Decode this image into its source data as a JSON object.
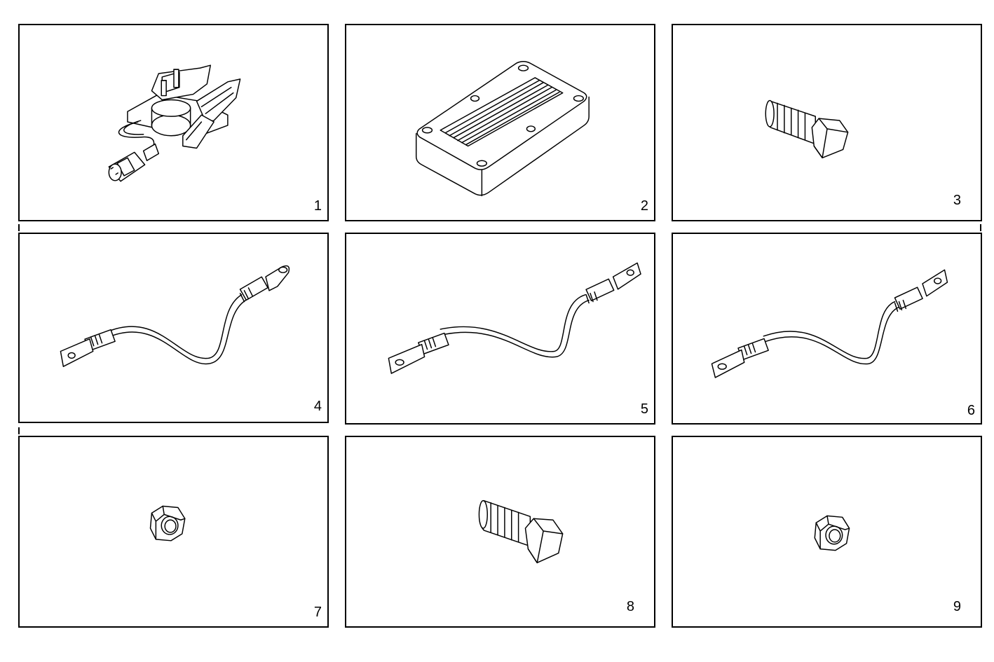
{
  "panels": [
    {
      "number": "1",
      "part": "connector-clip-icon"
    },
    {
      "number": "2",
      "part": "electronic-module-icon"
    },
    {
      "number": "3",
      "part": "hex-bolt-icon"
    },
    {
      "number": "4",
      "part": "battery-cable-icon"
    },
    {
      "number": "5",
      "part": "battery-cable-icon"
    },
    {
      "number": "6",
      "part": "battery-cable-icon"
    },
    {
      "number": "7",
      "part": "hex-nut-icon"
    },
    {
      "number": "8",
      "part": "hex-bolt-icon"
    },
    {
      "number": "9",
      "part": "hex-nut-icon"
    }
  ],
  "colors": {
    "line": "#000000",
    "background": "#ffffff"
  }
}
